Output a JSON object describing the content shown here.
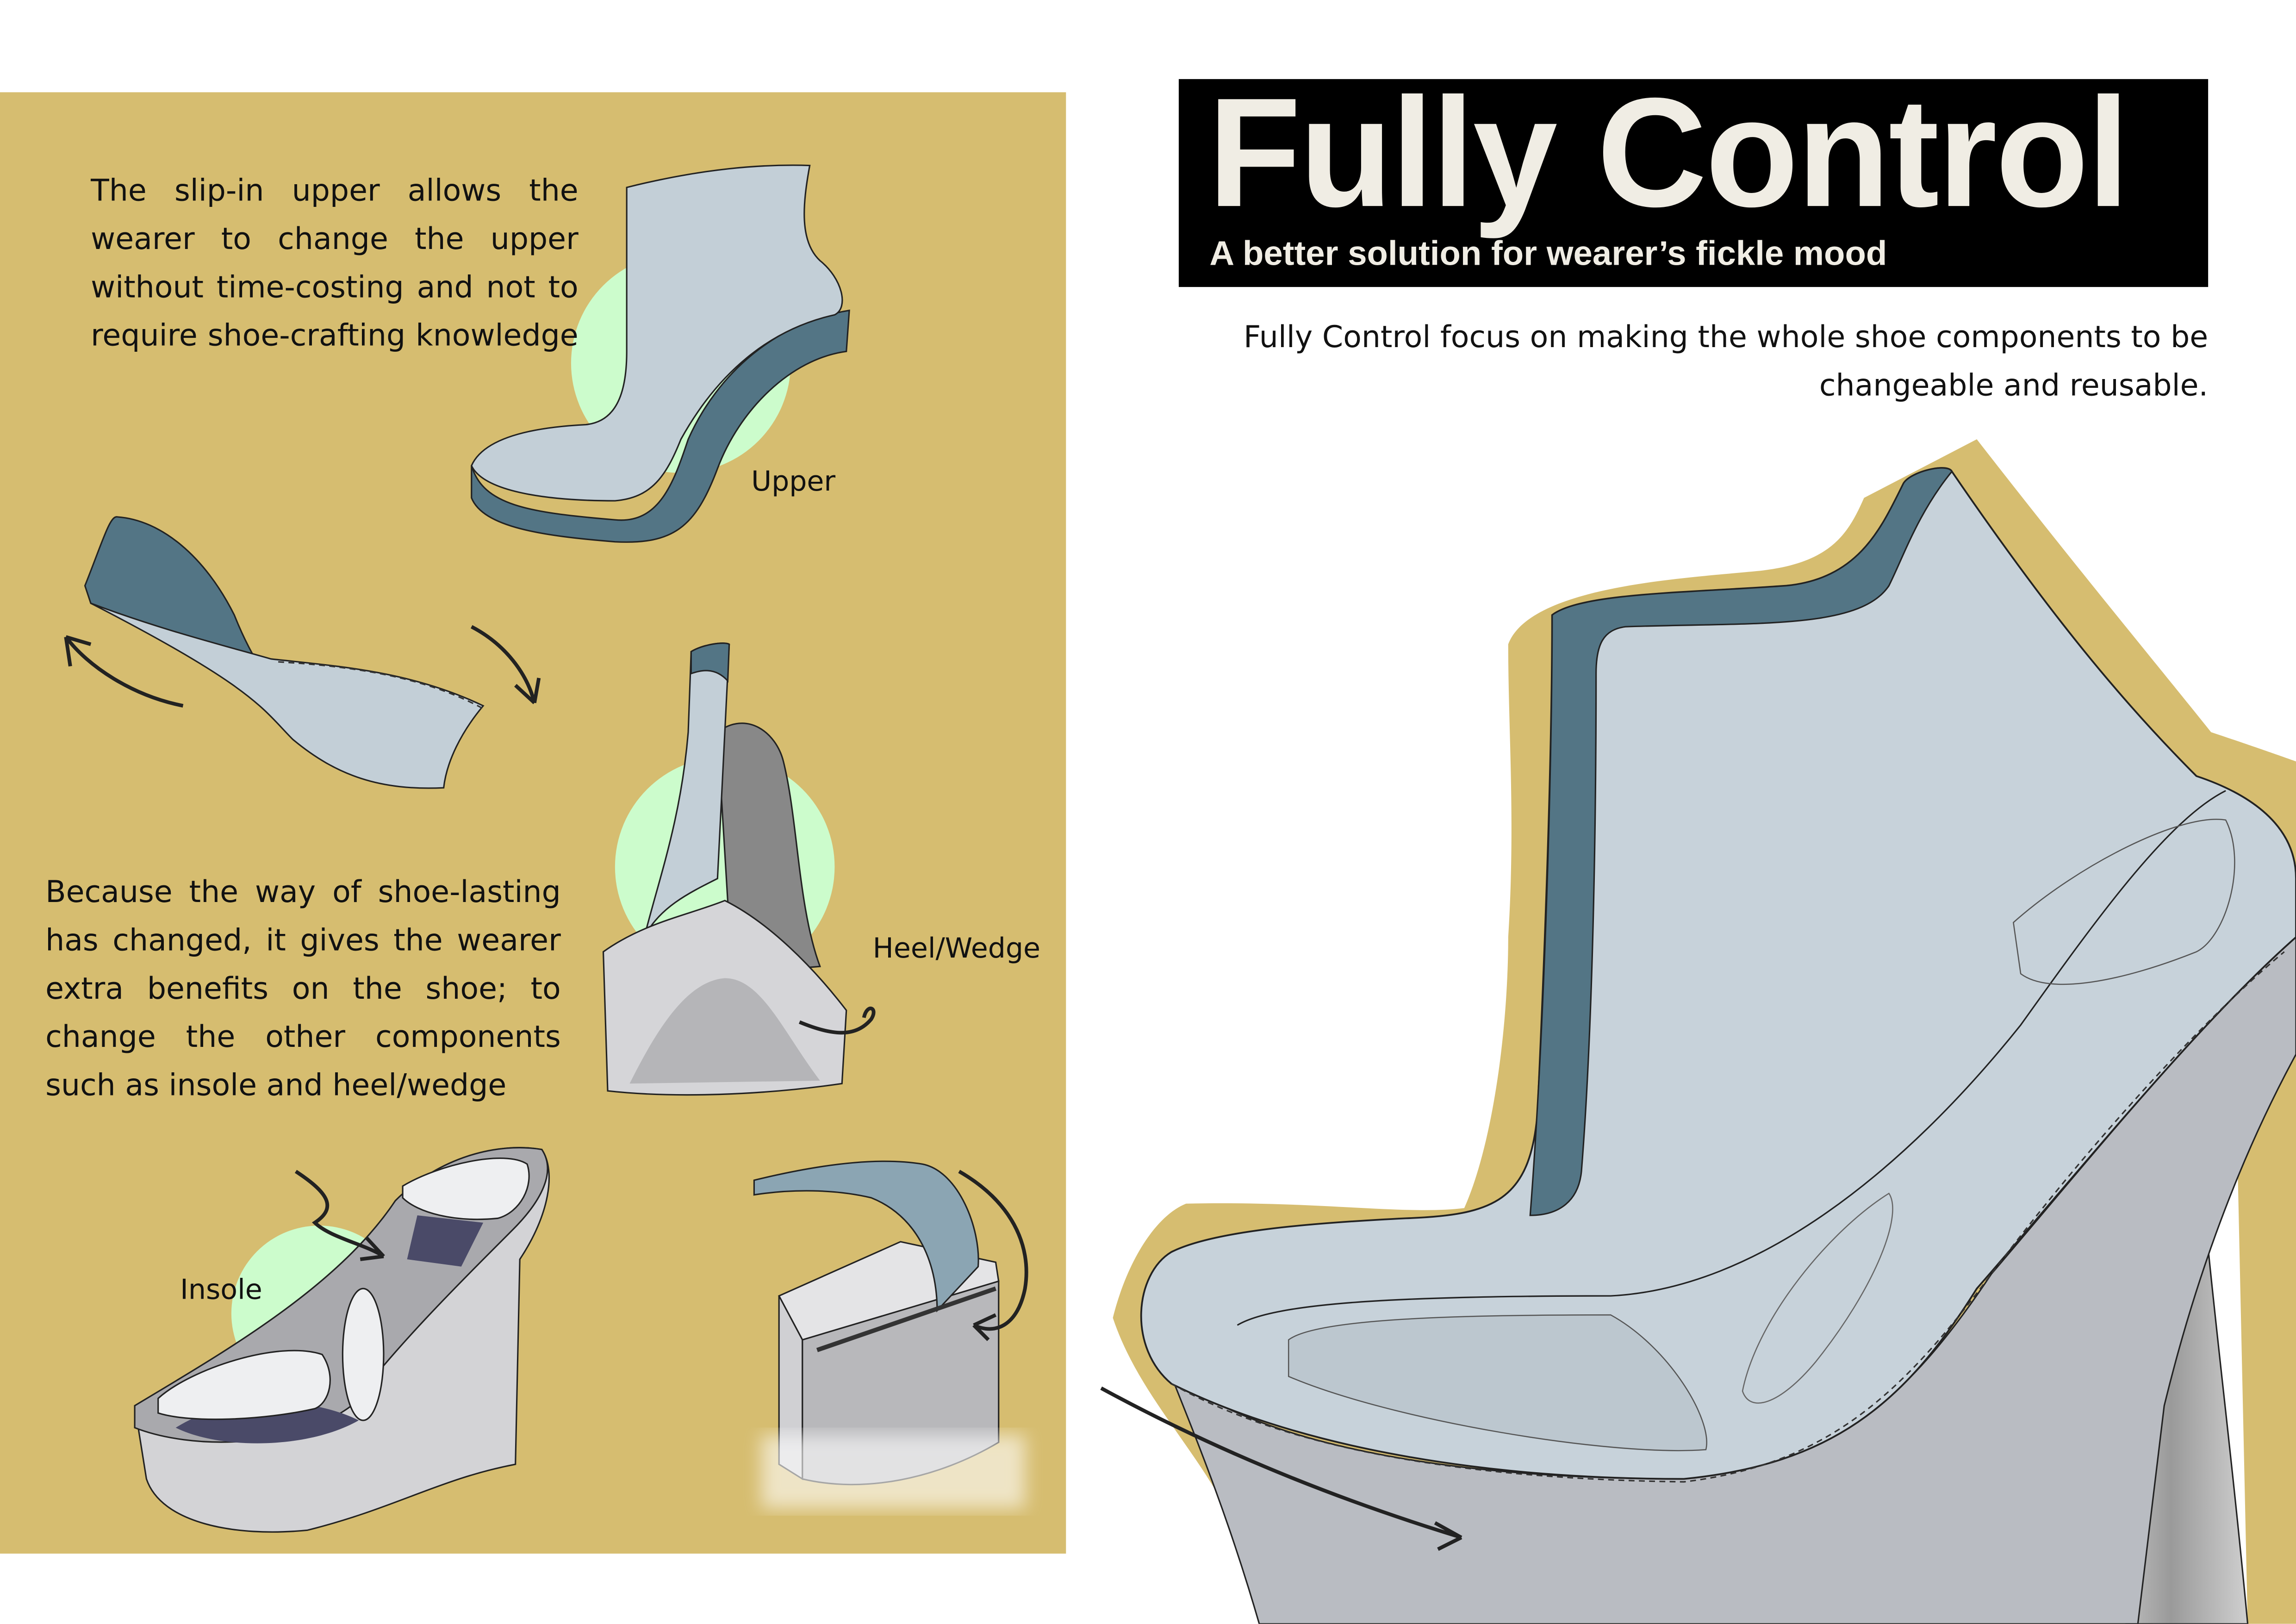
{
  "header": {
    "title": "Fully Control",
    "subtitle": "A better solution for wearer’s fickle mood",
    "description_lines": [
      "Fully Control focus on making the whole shoe components to be",
      "changeable and reusable."
    ]
  },
  "panel": {
    "upper_text_lines": [
      "The slip-in upper allows the",
      "wearer to change the upper",
      "without time-costing and not to",
      "require shoe-crafting knowledge"
    ],
    "lasting_text_lines": [
      "Because the way of shoe-lasting",
      "has changed, it gives the wearer",
      "extra benefits on the shoe; to",
      "change the other components",
      "such as insole and heel/wedge"
    ],
    "labels": {
      "upper": "Upper",
      "heel": "Heel/Wedge",
      "insole": "Insole"
    }
  },
  "colors": {
    "panel": "#d6bd70",
    "accent_green": "#ccfccc",
    "upper_blue": "#c3cfd7",
    "dark_blue": "#537585",
    "title_bg": "#000000",
    "title_text": "#f0ede4"
  }
}
